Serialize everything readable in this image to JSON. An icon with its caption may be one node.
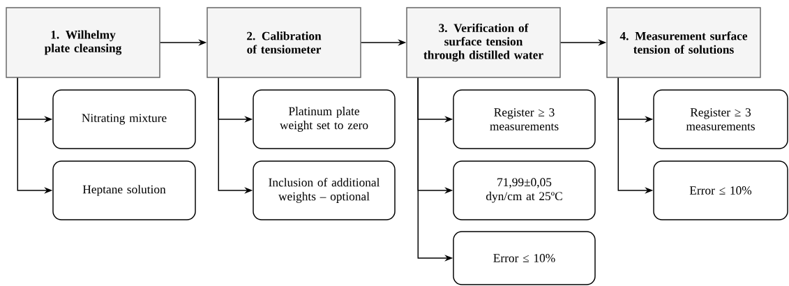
{
  "diagram": {
    "nodes": [
      {
        "text": [
          "1. Wilhelmy plate cleansing"
        ]
      },
      {
        "text": [
          "2. Calibration of tensiometer"
        ]
      },
      {
        "text": [
          "3. Verification of surface tension through distilled water"
        ]
      },
      {
        "text": [
          "4. Measurement surface tension of solutions"
        ]
      },
      {
        "text": [
          "Nitrating mixture"
        ]
      },
      {
        "text": [
          "Heptane solution"
        ]
      },
      {
        "text": [
          "Platinum plate weight set to zero"
        ]
      },
      {
        "text": [
          "Inclusion of additional weights – optional"
        ]
      },
      {
        "text": [
          "Register ≥ 3 measurements"
        ]
      },
      {
        "text": [
          "71,99±0,05 dyn/cm at 25ºC"
        ]
      },
      {
        "text": [
          "Error ≤ 10%"
        ]
      },
      {
        "text": [
          "Register ≥ 3 measurements"
        ]
      },
      {
        "text": [
          "Error ≤ 10%"
        ]
      }
    ],
    "edges": [
      {
        "from": 0,
        "to": 1,
        "arrow": "to"
      },
      {
        "from": 1,
        "to": 2,
        "arrow": "to"
      },
      {
        "from": 2,
        "to": 3,
        "arrow": "to"
      },
      {
        "from": 0,
        "to": 4,
        "arrow": "to"
      },
      {
        "from": 0,
        "to": 5,
        "arrow": "to"
      },
      {
        "from": 1,
        "to": 6,
        "arrow": "to"
      },
      {
        "from": 1,
        "to": 7,
        "arrow": "to"
      },
      {
        "from": 2,
        "to": 8,
        "arrow": "to"
      },
      {
        "from": 2,
        "to": 9,
        "arrow": "to"
      },
      {
        "from": 2,
        "to": 10,
        "arrow": "to"
      },
      {
        "from": 3,
        "to": 11,
        "arrow": "to"
      },
      {
        "from": 3,
        "to": 12,
        "arrow": "to"
      }
    ]
  }
}
